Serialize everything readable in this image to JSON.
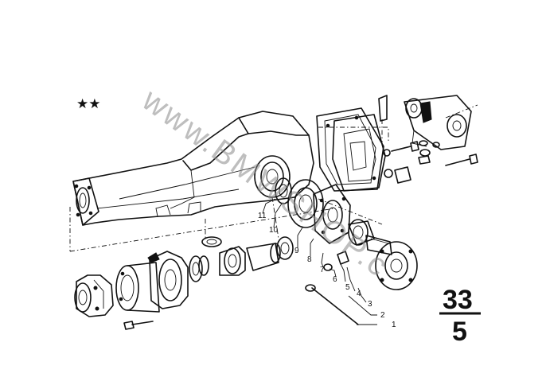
{
  "markers": {
    "stars": "★★"
  },
  "watermark": {
    "text": "www.BMWSHOP.c"
  },
  "group": {
    "main": "33",
    "sub": "5"
  },
  "callouts": [
    {
      "id": "c1",
      "text": "1"
    },
    {
      "id": "c2",
      "text": "2"
    },
    {
      "id": "c3",
      "text": "3"
    },
    {
      "id": "c4",
      "text": "4"
    },
    {
      "id": "c5",
      "text": "5"
    },
    {
      "id": "c6",
      "text": "6"
    },
    {
      "id": "c7",
      "text": "7"
    },
    {
      "id": "c8",
      "text": "8"
    },
    {
      "id": "c9",
      "text": "9"
    },
    {
      "id": "c10",
      "text": "10"
    },
    {
      "id": "c11",
      "text": "11"
    }
  ]
}
